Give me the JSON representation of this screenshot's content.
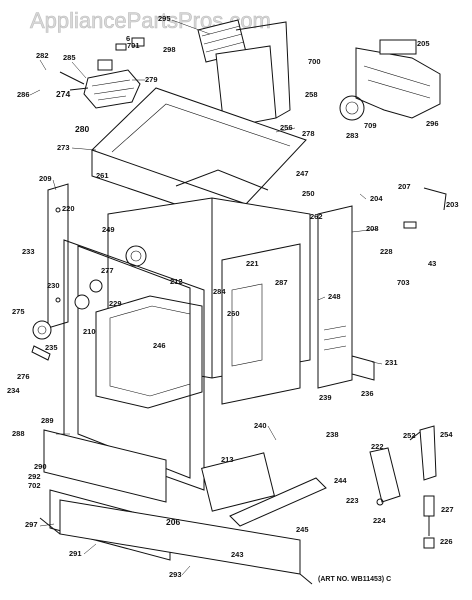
{
  "watermark": "AppliancePartsPros.com",
  "art_number": "(ART NO. WB11453) C",
  "labels": {
    "l295": "295",
    "l282": "282",
    "l6": "6",
    "l701": "701",
    "l285": "285",
    "l298": "298",
    "l279": "279",
    "l286": "286",
    "l274": "274",
    "l280": "280",
    "l205": "205",
    "l700": "700",
    "l258": "258",
    "l296": "296",
    "l709": "709",
    "l256": "256",
    "l278": "278",
    "l283": "283",
    "l273": "273",
    "l209": "209",
    "l261": "261",
    "l247": "247",
    "l204": "204",
    "l207": "207",
    "l203": "203",
    "l250": "250",
    "l220": "220",
    "l262": "262",
    "l208": "208",
    "l249": "249",
    "l233": "233",
    "l221": "221",
    "l228": "228",
    "l43": "43",
    "l277": "277",
    "l287": "287",
    "l230": "230",
    "l212": "212",
    "l284": "284",
    "l703": "703",
    "l229": "229",
    "l248": "248",
    "l275": "275",
    "l260": "260",
    "l210": "210",
    "l246": "246",
    "l235": "235",
    "l231": "231",
    "l276": "276",
    "l234": "234",
    "l236": "236",
    "l239": "239",
    "l238": "238",
    "l289": "289",
    "l288": "288",
    "l240": "240",
    "l252": "252",
    "l254": "254",
    "l222": "222",
    "l213": "213",
    "l290": "290",
    "l292": "292",
    "l702": "702",
    "l244": "244",
    "l223": "223",
    "l206": "206",
    "l224": "224",
    "l297": "297",
    "l245": "245",
    "l227": "227",
    "l291": "291",
    "l243": "243",
    "l293": "293",
    "l226": "226"
  }
}
